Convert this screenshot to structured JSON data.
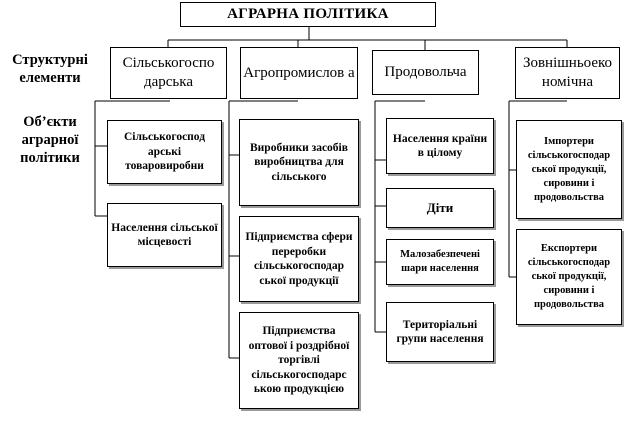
{
  "title": "АГРАРНА ПОЛІТИКА",
  "side_labels": {
    "structural": "Структурні елементи",
    "objects": "Об’єкти аграрної політики"
  },
  "categories": [
    {
      "label": "Сільськогоспо дарська"
    },
    {
      "label": "Агропромислов а"
    },
    {
      "label": "Продовольча"
    },
    {
      "label": "Зовнішньоеко номічна"
    }
  ],
  "objects": {
    "rural": [
      "Сільськогоспод арські товаровиробни",
      "Населення сільської місцевості"
    ],
    "agroindustrial": [
      "Виробники засобів виробництва для сільського",
      "Підприємства сфери переробки сільськогосподар ської продукції",
      "Підприємства оптової і роздрібної торгівлі сільськогосподарс ькою продукцією"
    ],
    "food": [
      "Населення країни в цілому",
      "Діти",
      "Малозабезпечені шари населення",
      "Територіальні групи населення"
    ],
    "foreign": [
      "Імпортери сільськогосподар ської продукції, сировини і продовольства",
      "Експортери сільськогосподар ської продукції, сировини і продовольства"
    ]
  }
}
